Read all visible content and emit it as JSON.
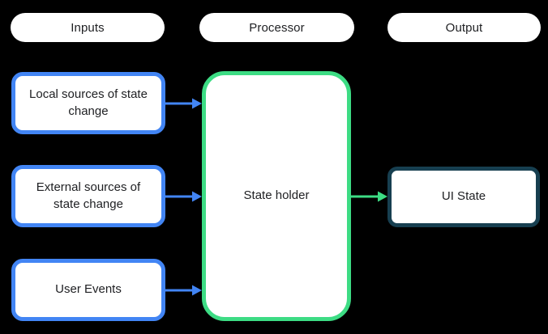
{
  "colors": {
    "background": "#000000",
    "node_fill": "#ffffff",
    "input_border": "#4285f4",
    "processor_border": "#3ddc84",
    "output_border": "#173f50",
    "arrow_blue": "#4285f4",
    "arrow_green": "#3ddc84",
    "text": "#202124"
  },
  "headers": {
    "inputs": "Inputs",
    "processor": "Processor",
    "output": "Output"
  },
  "nodes": {
    "local_sources": "Local sources of state\nchange",
    "external_sources": "External sources of\nstate change",
    "user_events": "User Events",
    "state_holder": "State holder",
    "ui_state": "UI State"
  }
}
